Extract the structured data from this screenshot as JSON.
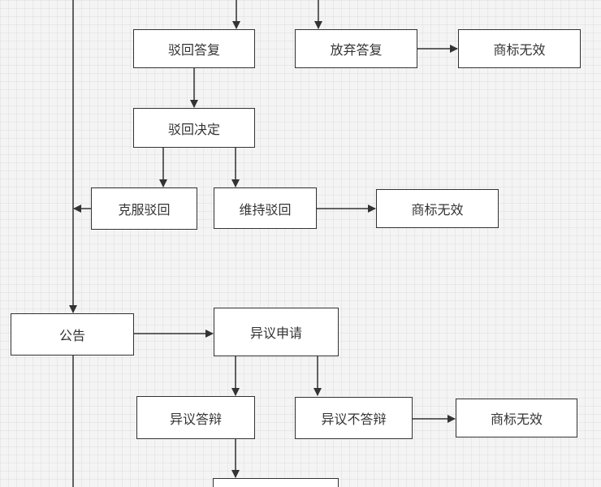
{
  "colors": {
    "stroke": "#333333",
    "node_fill": "#ffffff",
    "background": "#f4f4f4",
    "text": "#333333"
  },
  "nodes": {
    "reject_reply": "驳回答复",
    "abandon_reply": "放弃答复",
    "invalid_1": "商标无效",
    "reject_decision": "驳回决定",
    "overcome_reject": "克服驳回",
    "maintain_reject": "维持驳回",
    "invalid_2": "商标无效",
    "announcement": "公告",
    "opposition_application": "异议申请",
    "opposition_defense": "异议答辩",
    "no_opposition_defense": "异议不答辩",
    "invalid_3": "商标无效"
  }
}
